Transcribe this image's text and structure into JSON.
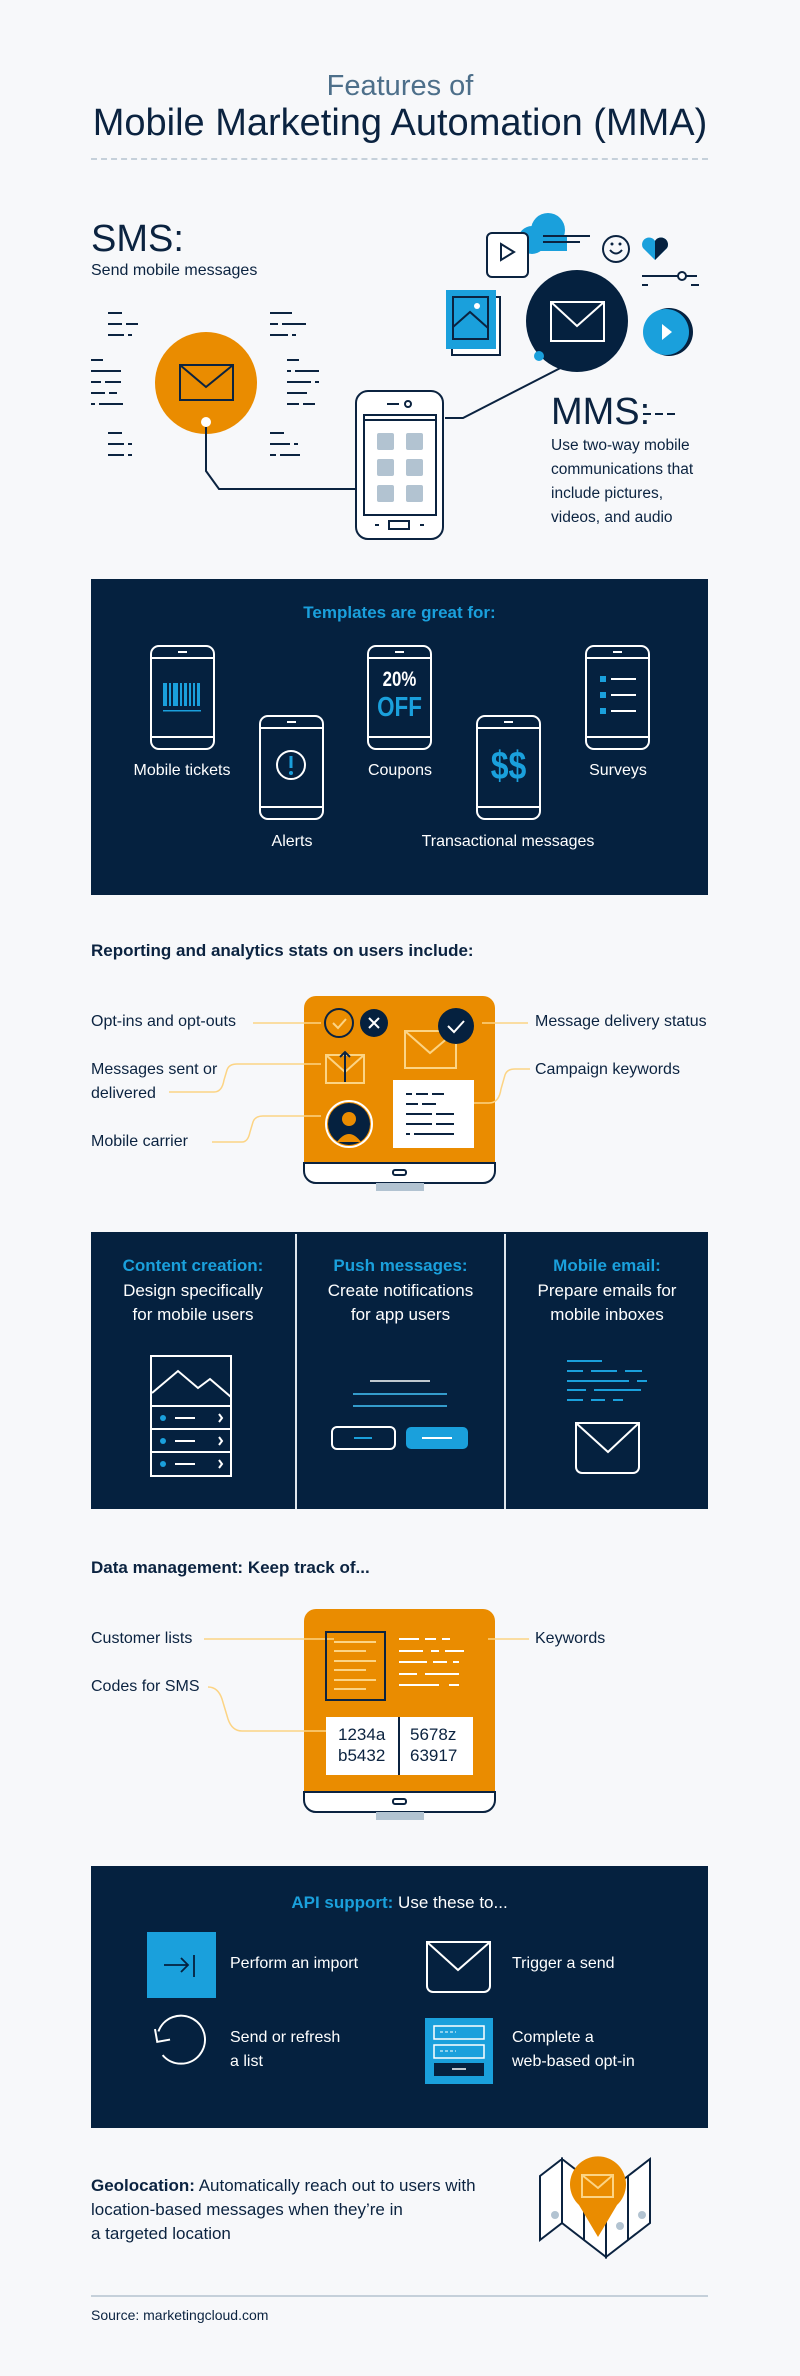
{
  "header": {
    "pretitle": "Features of",
    "title": "Mobile Marketing Automation (MMA)"
  },
  "sms": {
    "title": "SMS:",
    "desc": "Send mobile messages"
  },
  "mms": {
    "title": "MMS:",
    "desc_lines": [
      "Use two-way mobile",
      "communications that",
      "include pictures,",
      "videos, and audio"
    ]
  },
  "templates": {
    "heading": "Templates are great for:",
    "items": [
      "Mobile tickets",
      "Alerts",
      "Coupons",
      "Transactional messages",
      "Surveys"
    ],
    "coupon_pct": "20%",
    "coupon_off": "OFF",
    "dollar": "$$"
  },
  "reporting": {
    "heading": "Reporting and analytics stats on users include:",
    "left": [
      "Opt-ins and opt-outs",
      "Messages sent or",
      "delivered",
      "Mobile carrier"
    ],
    "right": [
      "Message delivery status",
      "Campaign keywords"
    ]
  },
  "features": [
    {
      "title": "Content creation:",
      "lines": [
        "Design specifically",
        "for mobile users"
      ]
    },
    {
      "title": "Push messages:",
      "lines": [
        "Create notifications",
        "for app users"
      ]
    },
    {
      "title": "Mobile email:",
      "lines": [
        "Prepare emails for",
        "mobile inboxes"
      ]
    }
  ],
  "data_mgmt": {
    "heading": "Data management: Keep track of...",
    "labels": [
      "Customer lists",
      "Codes for SMS",
      "Keywords"
    ],
    "codes": [
      "1234a",
      "b5432",
      "5678z",
      "63917"
    ]
  },
  "api": {
    "heading_accent": "API support:",
    "heading_rest": " Use these to...",
    "items": [
      "Perform an import",
      "Trigger a send",
      "Send or refresh",
      "a list",
      "Complete a",
      "web-based opt-in"
    ]
  },
  "geo": {
    "bold": "Geolocation:",
    "lines": [
      " Automatically reach out to users with",
      "location-based messages when they’re in",
      "a targeted location"
    ]
  },
  "footer": {
    "source": "Source: marketingcloud.com"
  },
  "colors": {
    "navy": "#05213f",
    "blue": "#1aa0dc",
    "orange": "#ea8c00",
    "bg": "#f7f8fa"
  }
}
